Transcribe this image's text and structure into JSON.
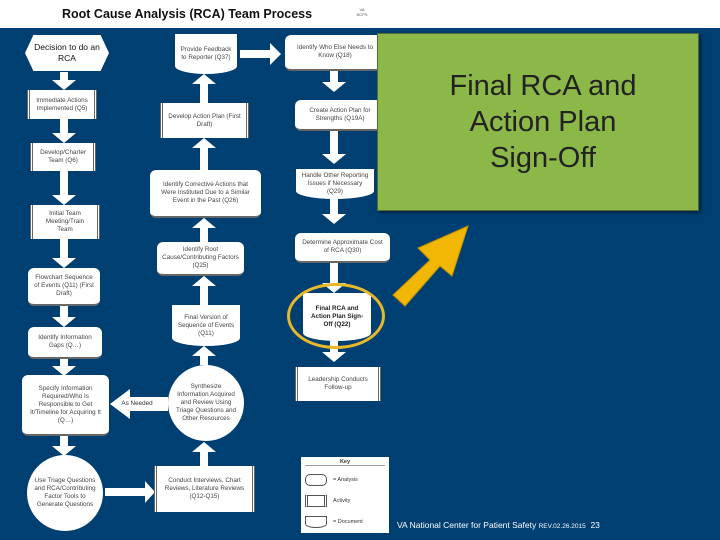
{
  "header": {
    "title": "Root Cause Analysis (RCA) Team Process",
    "logo_text": "VA NCPS"
  },
  "nodes": {
    "decision": "Decision to do an RCA",
    "immediate": "Immediate Actions Implemented (Q5)",
    "charter": "Develop/Charter Team (Q6)",
    "initial": "Initial Team Meeting/Train Team",
    "flowchart": "Flowchart Sequence of Events (Q11) (First Draft)",
    "gaps": "Identify Information Gaps (Q…)",
    "specify": "Specify Information Required/Who Is Responsible to Get It/Timeline for Acquiring It (Q…)",
    "triage": "Use Triage Questions and RCA/Contributing Factor Tools to Generate Questions",
    "feedback": "Provide Feedback to Reporter (Q37)",
    "actionplan": "Develop Action Plan (First Draft)",
    "corrective": "Identify Corrective Actions that Were Instituted Due to a Similar Event in the Past (Q26)",
    "rootcause": "Identify Root Cause/Contributing Factors (Q25)",
    "finalseq": "Final Version of Sequence of Events (Q11)",
    "synthesize": "Synthesize Information Acquired and Review Using Triage Questions and Other Resources",
    "asneeded": "As Needed",
    "interviews": "Conduct Interviews, Chart Reviews, Literature Reviews (Q12-Q15)",
    "whoelse": "Identify Who Else Needs to Know (Q18)",
    "strengths": "Create Action Plan for Strengths (Q19A)",
    "reporting": "Handle Other Reporting Issues if Necessary (Q29)",
    "cost": "Determine Approximate Cost of RCA (Q30)",
    "signoff": "Final RCA and Action Plan Sign-Off (Q22)",
    "followup": "Leadership Conducts Follow-up"
  },
  "key": {
    "title": "Key",
    "analysis": "= Analysis",
    "activity": "Activity",
    "document": "= Document"
  },
  "callout": {
    "lines": [
      "Final RCA and",
      "Action Plan",
      "Sign-Off"
    ],
    "color": "#8bb848"
  },
  "highlight_color": "#e6b82a",
  "footer": {
    "org": "VA National Center for Patient Safety",
    "rev": "REV.02.26.2015",
    "page": "23"
  }
}
